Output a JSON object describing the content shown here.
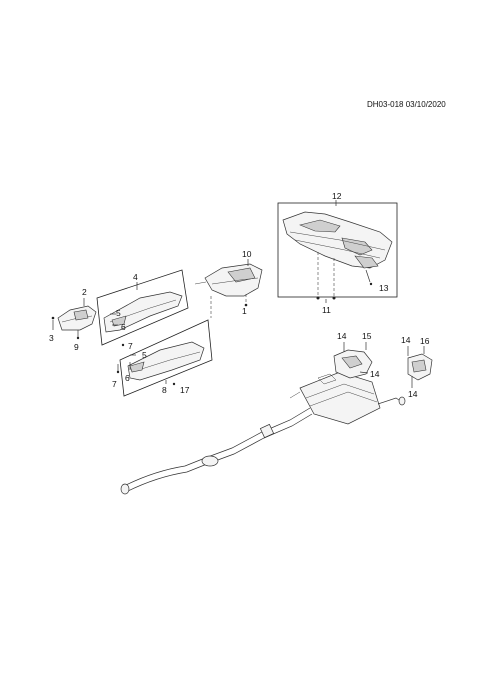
{
  "drawing_code": "DH03-018 03/10/2020",
  "callouts": {
    "c1": "1",
    "c2": "2",
    "c3": "3",
    "c4": "4",
    "c5a": "5",
    "c5b": "5",
    "c6a": "6",
    "c6b": "6",
    "c7a": "7",
    "c7b": "7",
    "c8": "8",
    "c9": "9",
    "c10": "10",
    "c11": "11",
    "c12": "12",
    "c13": "13",
    "c14a": "14",
    "c14b": "14",
    "c14c": "14",
    "c14d": "14",
    "c15": "15",
    "c16": "16",
    "c17": "17"
  }
}
